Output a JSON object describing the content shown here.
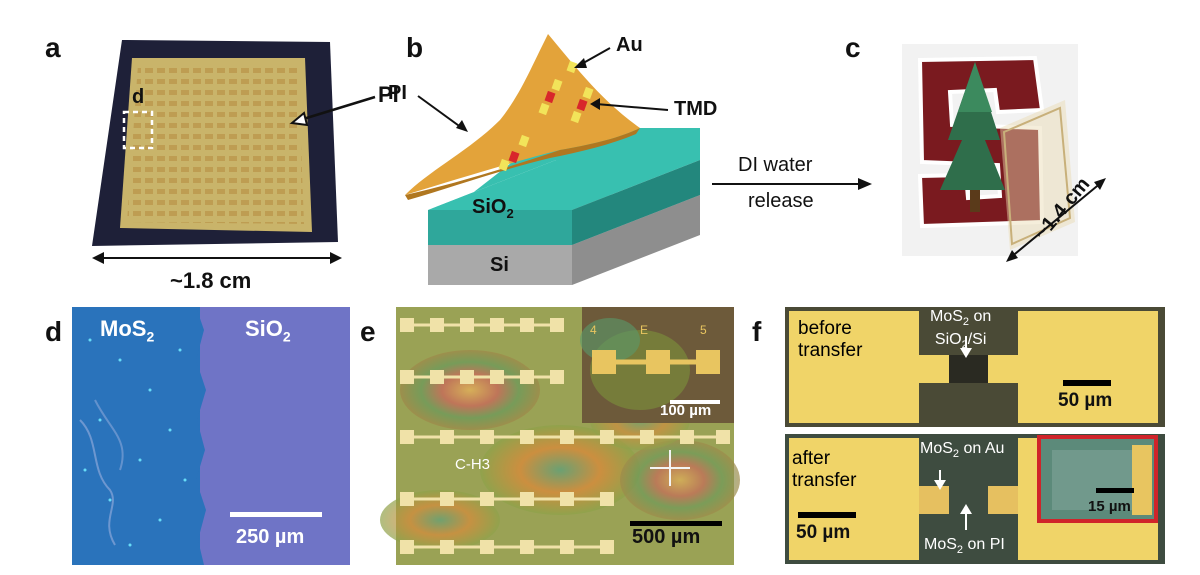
{
  "panels": {
    "a": {
      "label": "a",
      "dim": "~1.8 cm",
      "pi": "PI",
      "inset": "d"
    },
    "b": {
      "label": "b",
      "au": "Au",
      "tmd": "TMD",
      "pi": "PI",
      "sio2": "SiO",
      "sio2_sub": "2",
      "si": "Si"
    },
    "arrow": {
      "line1": "DI water",
      "line2": "release"
    },
    "c": {
      "label": "c",
      "dim": "~1.4 cm"
    },
    "d": {
      "label": "d",
      "mos2": "MoS",
      "mos2_sub": "2",
      "sio2": "SiO",
      "sio2_sub": "2",
      "scale": "250 µm"
    },
    "e": {
      "label": "e",
      "marker": "C-H3",
      "scale": "500 µm",
      "inset_scale": "100 µm"
    },
    "f": {
      "label": "f",
      "before": "before transfer",
      "before_l1": "before",
      "before_l2": "transfer",
      "mos2_sio2_l1a": "MoS",
      "mos2_sio2_l1b": "2",
      "mos2_sio2_l1c": " on",
      "mos2_sio2_l2a": "SiO",
      "mos2_sio2_l2b": "2",
      "mos2_sio2_l2c": "/Si",
      "scale_top": "50 µm",
      "after_l1": "after",
      "after_l2": "transfer",
      "mos2_au_a": "MoS",
      "mos2_au_b": "2",
      "mos2_au_c": " on Au",
      "mos2_pi_a": "MoS",
      "mos2_pi_b": "2",
      "mos2_pi_c": " on PI",
      "scale_bottom": "50 µm",
      "inset_scale": "15 µm"
    }
  },
  "colors": {
    "pi_film": "#c9b46a",
    "substrate_dark": "#1e2038",
    "flex_orange": "#e3a33a",
    "sio2_teal": "#2fa79b",
    "si_gray": "#a9a9a9",
    "stanford_red": "#7a1a1f",
    "sio2_optical": "#6f74c6",
    "mos2_optical": "#2a73bb",
    "gold_pad": "#ecd06a",
    "inset_border": "#d0242a"
  }
}
